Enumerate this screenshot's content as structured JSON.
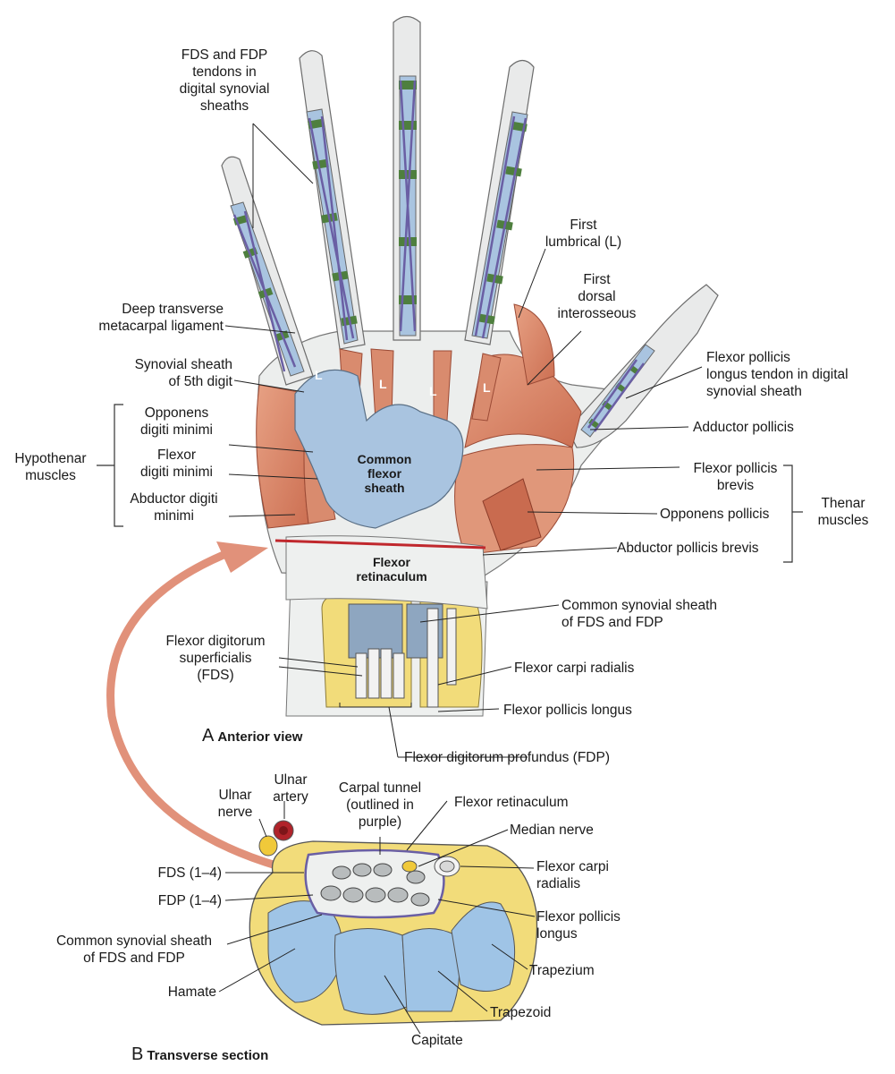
{
  "figure": {
    "view_a_letter": "A",
    "view_a_title": "Anterior view",
    "view_b_letter": "B",
    "view_b_title": "Transverse section"
  },
  "labels": {
    "fds_fdp_tendons": "FDS and FDP\ntendons in\ndigital synovial\nsheaths",
    "first_lumbrical": "First\nlumbrical (L)",
    "first_dorsal_interosseous": "First\ndorsal\ninterosseous",
    "deep_transverse": "Deep transverse\nmetacarpal ligament",
    "synovial_5th": "Synovial sheath\nof 5th digit",
    "fpl_tendon": "Flexor pollicis\nlongus tendon in digital\nsynovial sheath",
    "adductor_pollicis": "Adductor pollicis",
    "hypothenar_muscles": "Hypothenar\nmuscles",
    "opponens_digiti_minimi": "Opponens\ndigiti minimi",
    "flexor_digiti_minimi": "Flexor\ndigiti minimi",
    "abductor_digiti_minimi": "Abductor digiti\nminimi",
    "flexor_pollicis_brevis": "Flexor pollicis\nbrevis",
    "opponens_pollicis": "Opponens pollicis",
    "abductor_pollicis_brevis": "Abductor pollicis brevis",
    "thenar_muscles": "Thenar\nmuscles",
    "common_synovial_sheath_top": "Common synovial sheath\nof FDS and FDP",
    "fds": "Flexor digitorum\nsuperficialis\n(FDS)",
    "flexor_carpi_radialis": "Flexor carpi radialis",
    "flexor_pollicis_longus": "Flexor pollicis longus",
    "fdp": "Flexor digitorum profundus (FDP)",
    "ulnar_nerve": "Ulnar\nnerve",
    "ulnar_artery": "Ulnar\nartery",
    "carpal_tunnel": "Carpal tunnel\n(outlined in\npurple)",
    "flexor_retinaculum_b": "Flexor retinaculum",
    "median_nerve": "Median nerve",
    "flexor_carpi_radialis_b": "Flexor carpi\nradialis",
    "fds_1_4": "FDS (1–4)",
    "fdp_1_4": "FDP (1–4)",
    "flexor_pollicis_longus_b": "Flexor pollicis\nlongus",
    "common_synovial_sheath_b": "Common synovial sheath\nof FDS and FDP",
    "trapezium": "Trapezium",
    "hamate": "Hamate",
    "trapezoid": "Trapezoid",
    "capitate": "Capitate"
  },
  "inner_labels": {
    "common_flexor_sheath": "Common\nflexor\nsheath",
    "flexor_retinaculum": "Flexor\nretinaculum",
    "lumbrical_tag": "L"
  },
  "colors": {
    "bone": "#e9eaea",
    "tendon_sheath_blue": "#a9c4e0",
    "sheath_green": "#4e7f3e",
    "tendon_purple": "#6a5fa4",
    "muscle": "#d9876a",
    "yellow_bone": "#f2dc7a",
    "carpal_bone_blue": "#9fc4e6",
    "red_line": "#c0282d",
    "arrow": "#e1917a"
  }
}
